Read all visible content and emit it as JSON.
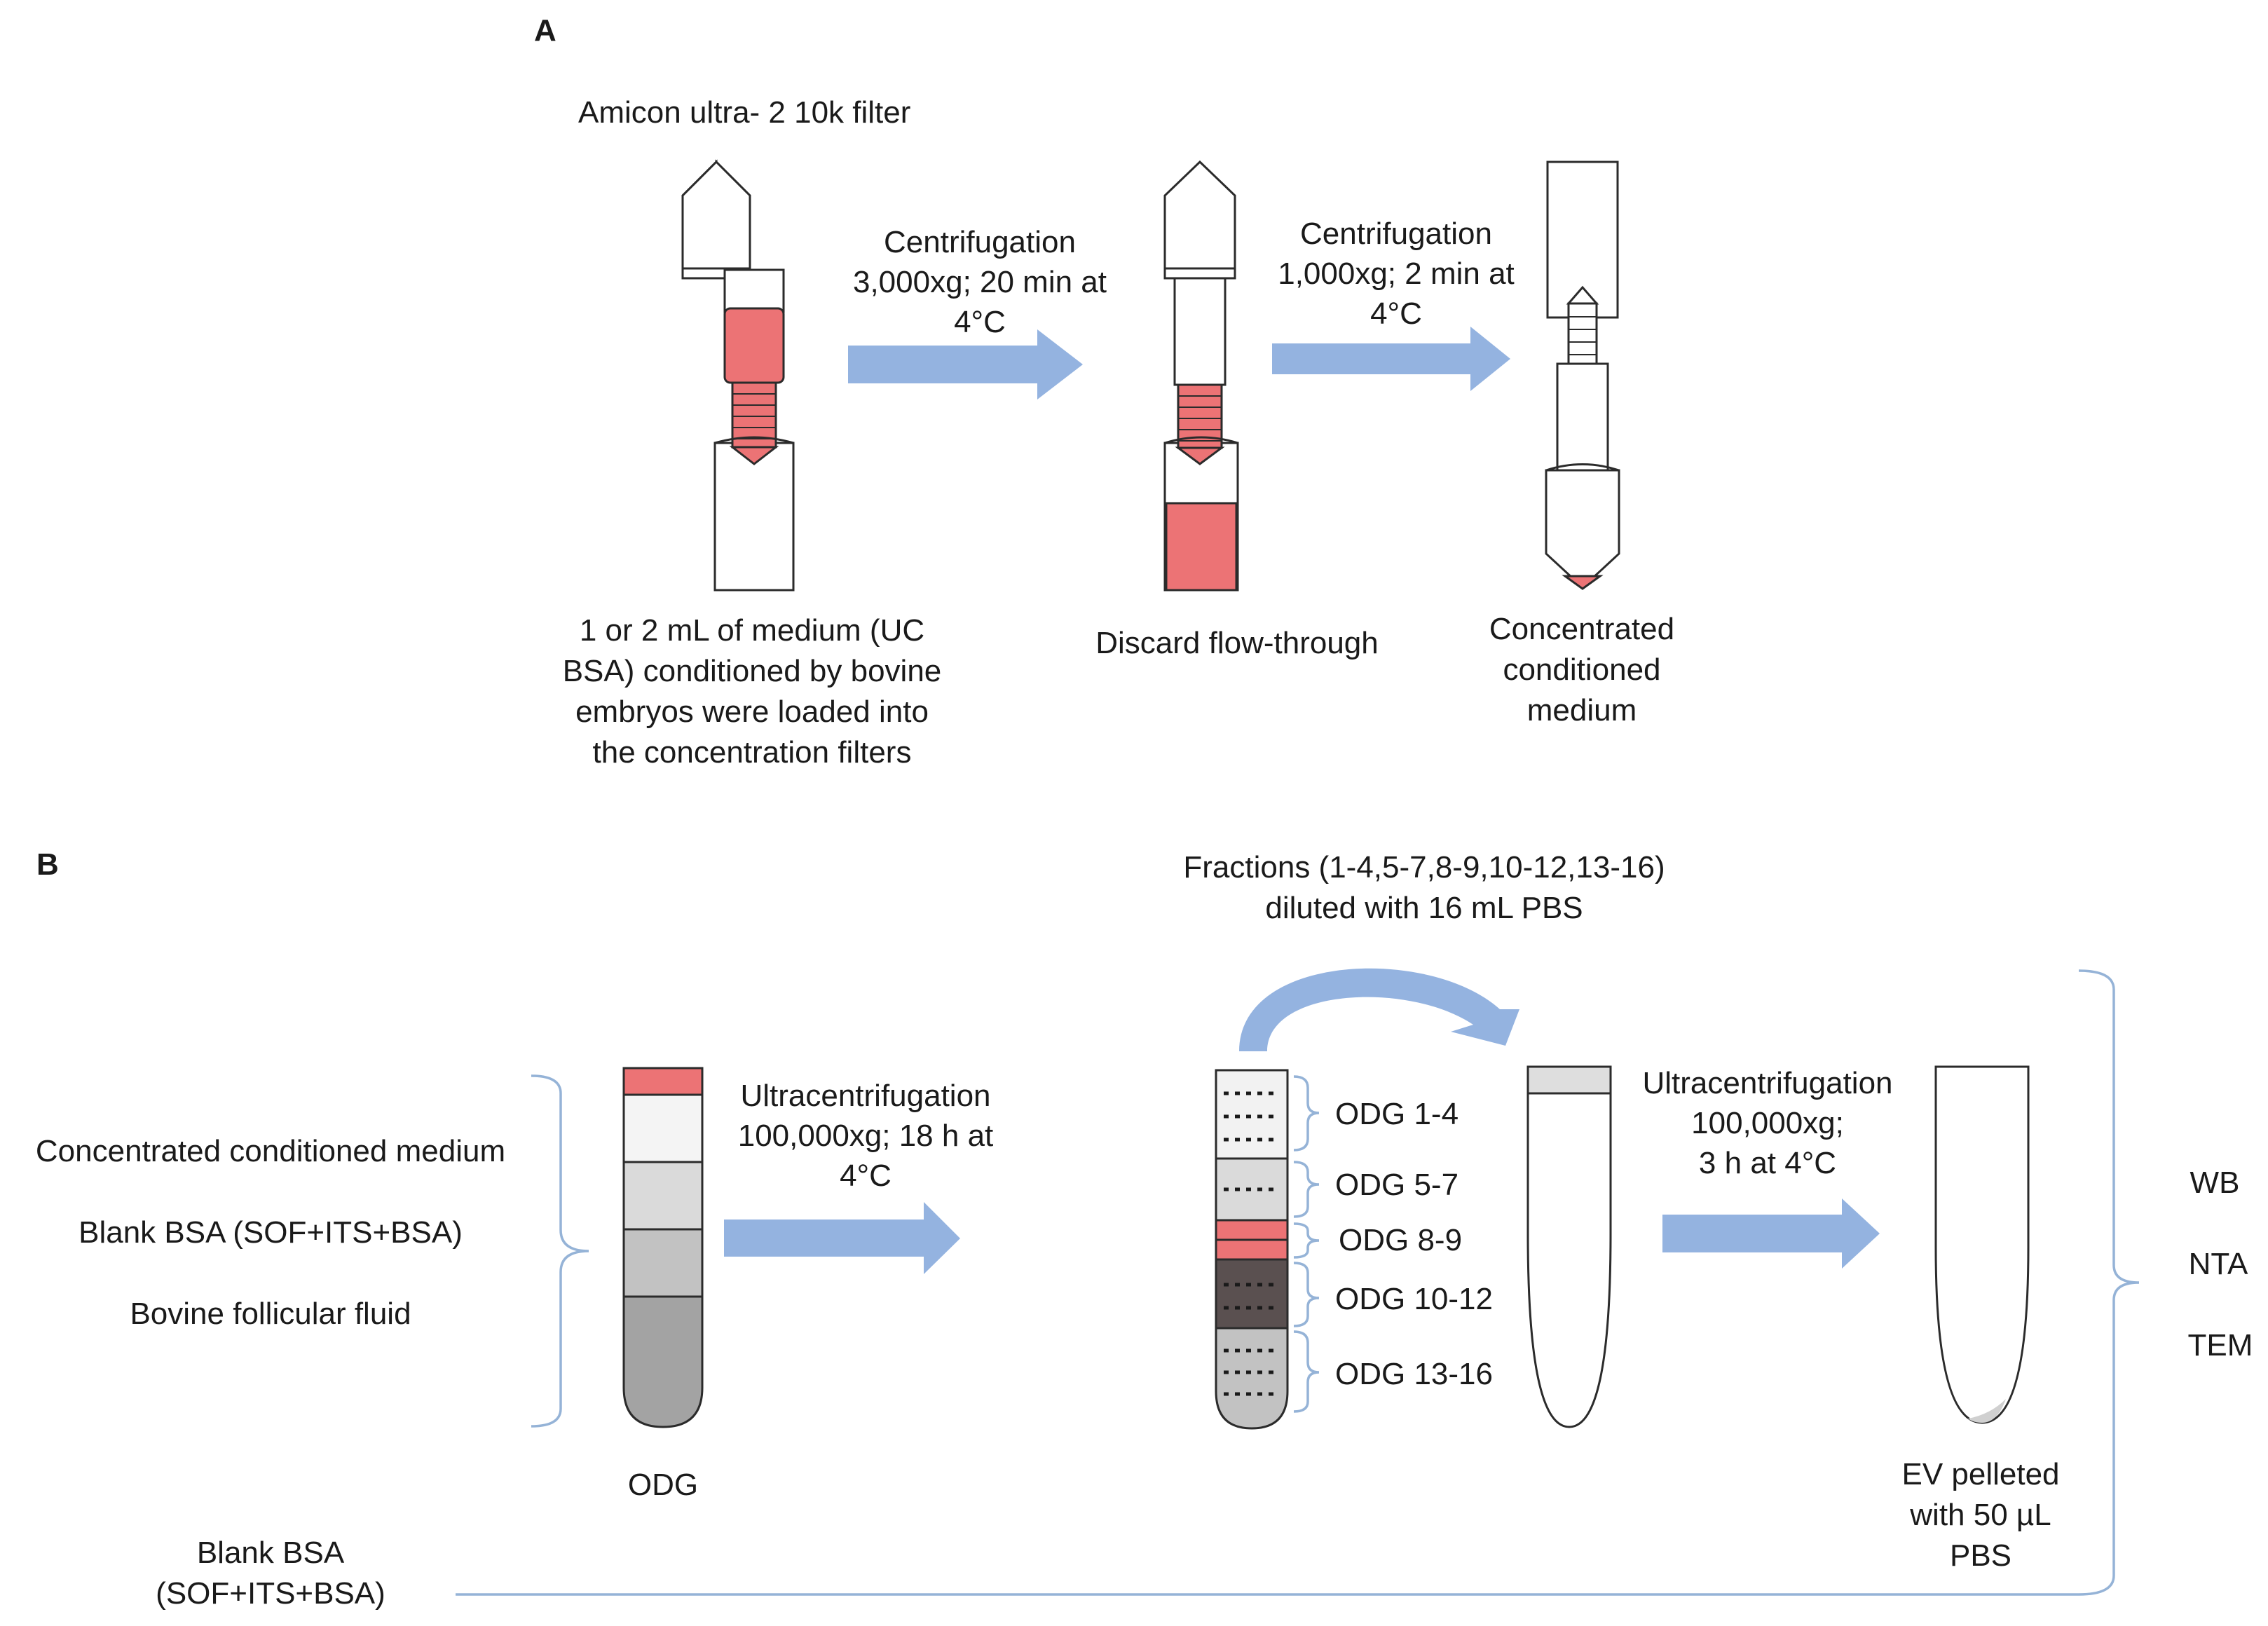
{
  "panel_a": {
    "label": "A",
    "filter_title": "Amicon ultra- 2 10k filter",
    "step1": {
      "lines": [
        "Centrifugation",
        "3,000xg; 20 min at",
        "4°C"
      ]
    },
    "step2": {
      "lines": [
        "Centrifugation",
        "1,000xg; 2 min at",
        "4°C"
      ]
    },
    "caption_load": [
      "1 or 2 mL of medium (UC",
      "BSA) conditioned by bovine",
      "embryos were loaded into",
      "the concentration filters"
    ],
    "caption_discard": "Discard flow-through",
    "caption_concentrated": [
      "Concentrated",
      "conditioned",
      "medium"
    ]
  },
  "panel_b": {
    "label": "B",
    "samples": [
      "Concentrated conditioned medium",
      "Blank BSA (SOF+ITS+BSA)",
      "Bovine follicular fluid"
    ],
    "odg_label": "ODG",
    "ultra1": {
      "lines": [
        "Ultracentrifugation",
        "100,000xg; 18 h at",
        "4°C"
      ]
    },
    "fractions_note": [
      "Fractions (1-4,5-7,8-9,10-12,13-16)",
      "diluted with 16 mL PBS"
    ],
    "fractions": [
      "ODG 1-4",
      "ODG 5-7",
      "ODG 8-9",
      "ODG 10-12",
      "ODG 13-16"
    ],
    "ultra2": {
      "lines": [
        "Ultracentrifugation",
        "100,000xg;",
        "3 h at 4°C"
      ]
    },
    "pellet_caption": [
      "EV pelleted",
      "with 50 µL",
      "PBS"
    ],
    "analyses": [
      "WB",
      "NTA",
      "TEM"
    ],
    "blank_bsa": [
      "Blank BSA",
      "(SOF+ITS+BSA)"
    ]
  },
  "colors": {
    "sample_pink": "#ec7375",
    "arrow_blue": "#94b3e0",
    "bracket_blue": "#95b3d7",
    "odg_layers": [
      "#f4f4f4",
      "#dadada",
      "#c2c2c2",
      "#a3a3a3"
    ],
    "fraction_dark": "#5a5050"
  }
}
